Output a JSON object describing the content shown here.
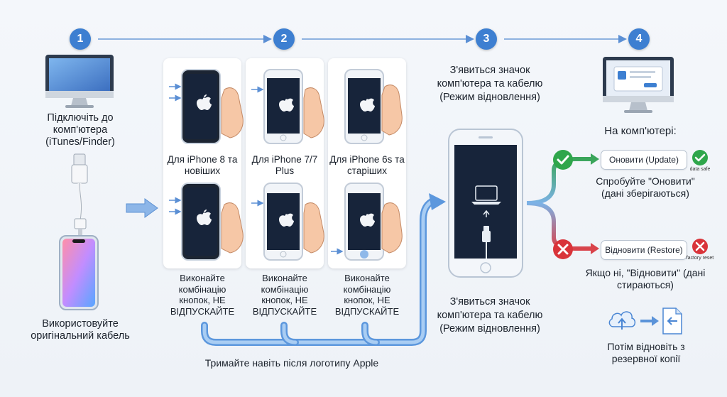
{
  "steps": [
    "1",
    "2",
    "3",
    "4"
  ],
  "step1": {
    "connect_label": "Підключіть до комп'ютера (iTunes/Finder)",
    "cable_label": "Використовуйте оригінальний кабель"
  },
  "step2": {
    "models": [
      "Для iPhone 8 та новіших",
      "Для iPhone 7/7 Plus",
      "Для iPhone 6s та старіших"
    ],
    "hold_instruction": "Виконайте комбінацію кнопок, НЕ ВІДПУСКАЙТЕ",
    "footer": "Тримайте навіть після логотипу Apple"
  },
  "step3": {
    "top_label": "З'явиться значок комп'ютера та кабелю (Режим відновлення)",
    "bottom_label": "З'явиться значок комп'ютера та кабелю (Режим відновлення)"
  },
  "step4": {
    "title": "На комп'ютері:",
    "update_button": "Оновити (Update)",
    "update_tag": "data safe",
    "update_text": "Спробуйте \"Оновити\" (дані зберігаються)",
    "restore_button": "Відновити (Restore)",
    "restore_tag": "factory reset",
    "restore_text": "Якщо ні, \"Відновити\" (дані стираються)",
    "backup_text": "Потім відновіть з резервної копії"
  },
  "colors": {
    "accent": "#3d7fd1",
    "success": "#2fa64b",
    "danger": "#d9343a",
    "screen": "#17243a"
  }
}
